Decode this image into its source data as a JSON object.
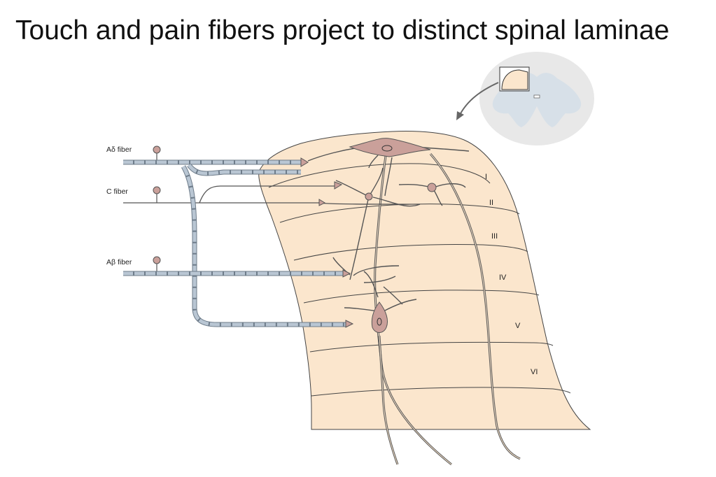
{
  "title": "Touch and pain fibers project to distinct spinal laminae",
  "fibers": [
    "Aδ fiber",
    "C fiber",
    "Aβ fiber"
  ],
  "laminae": [
    "I",
    "II",
    "III",
    "IV",
    "V",
    "VI"
  ],
  "colors": {
    "cord_tissue": "#fbe6cd",
    "gray_matter_inset": "#d7e0e8",
    "cord_inset": "#e8e8e8",
    "neuron": "#caa09a",
    "myelin": "#b9c6d3",
    "line": "#333333"
  }
}
